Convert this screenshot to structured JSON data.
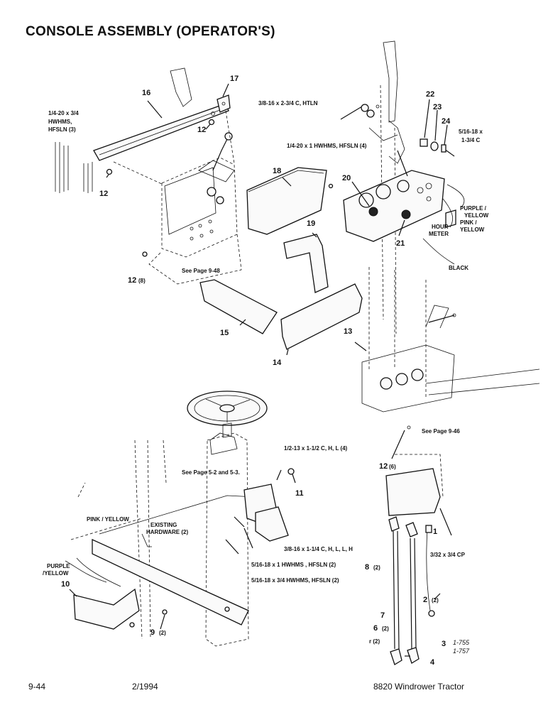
{
  "page": {
    "title": "CONSOLE ASSEMBLY (OPERATOR'S)",
    "footer_page": "9-44",
    "footer_date": "2/1994",
    "footer_model": "8820 Windrower Tractor"
  },
  "callouts": [
    {
      "id": "1",
      "text": "1"
    },
    {
      "id": "2",
      "text": "2"
    },
    {
      "id": "2q",
      "text": "(2)"
    },
    {
      "id": "3",
      "text": "3"
    },
    {
      "id": "4",
      "text": "4"
    },
    {
      "id": "6",
      "text": "6"
    },
    {
      "id": "6q",
      "text": "(2)"
    },
    {
      "id": "7",
      "text": "7"
    },
    {
      "id": "8",
      "text": "8"
    },
    {
      "id": "8q",
      "text": "(2)"
    },
    {
      "id": "9",
      "text": "9"
    },
    {
      "id": "9q",
      "text": "(2)"
    },
    {
      "id": "10",
      "text": "10"
    },
    {
      "id": "11",
      "text": "11"
    },
    {
      "id": "12a",
      "text": "12"
    },
    {
      "id": "12b",
      "text": "12"
    },
    {
      "id": "12c",
      "text": "12"
    },
    {
      "id": "12cq",
      "text": "(8)"
    },
    {
      "id": "12d",
      "text": "12"
    },
    {
      "id": "12dq",
      "text": "(6)"
    },
    {
      "id": "13",
      "text": "13"
    },
    {
      "id": "14",
      "text": "14"
    },
    {
      "id": "15",
      "text": "15"
    },
    {
      "id": "16",
      "text": "16"
    },
    {
      "id": "17",
      "text": "17"
    },
    {
      "id": "18",
      "text": "18"
    },
    {
      "id": "19",
      "text": "19"
    },
    {
      "id": "20",
      "text": "20"
    },
    {
      "id": "21",
      "text": "21"
    },
    {
      "id": "22",
      "text": "22"
    },
    {
      "id": "23",
      "text": "23"
    },
    {
      "id": "24",
      "text": "24"
    }
  ],
  "notes": [
    {
      "id": "hw_a",
      "text": "1/4-20 x 3/4"
    },
    {
      "id": "hw_b",
      "text": "HWHMS,"
    },
    {
      "id": "hw_c",
      "text": "HFSLN (3)"
    },
    {
      "id": "htln",
      "text": "3/8-16 x 2-3/4 C, HTLN"
    },
    {
      "id": "hw4",
      "text": "1/4-20 x 1 HWHMS, HFSLN (4)"
    },
    {
      "id": "c24a",
      "text": "5/16-18 x"
    },
    {
      "id": "c24b",
      "text": "1-3/4 C"
    },
    {
      "id": "py1",
      "text": "PURPLE /"
    },
    {
      "id": "py2",
      "text": "YELLOW"
    },
    {
      "id": "pk1",
      "text": "PINK /"
    },
    {
      "id": "pk2",
      "text": "YELLOW"
    },
    {
      "id": "hm1",
      "text": "HOUR"
    },
    {
      "id": "hm2",
      "text": "METER"
    },
    {
      "id": "blk",
      "text": "BLACK"
    },
    {
      "id": "sp948",
      "text": "See Page 9-48"
    },
    {
      "id": "sp946",
      "text": "See Page 9-46"
    },
    {
      "id": "sp52",
      "text": "See Page 5-2 and 5-3."
    },
    {
      "id": "hw12",
      "text": "1/2-13  x 1-1/2 C, H, L (4)"
    },
    {
      "id": "pkl",
      "text": "PINK / YELLOW"
    },
    {
      "id": "ex1",
      "text": "EXISTING"
    },
    {
      "id": "ex2",
      "text": "HARDWARE (2)"
    },
    {
      "id": "pl1",
      "text": "PURPLE"
    },
    {
      "id": "pl2",
      "text": "/YELLOW"
    },
    {
      "id": "hw38",
      "text": "3/8-16 x 1-1/4 C, H, L, L, H"
    },
    {
      "id": "cp",
      "text": "3/32 x 3/4 CP"
    },
    {
      "id": "hw516a",
      "text": "5/16-18 x 1 HWHMS , HFSLN (2)"
    },
    {
      "id": "hw516b",
      "text": "5/16-18 x 3/4  HWHMS, HFSLN (2)"
    },
    {
      "id": "rq",
      "text": "r (2)"
    },
    {
      "id": "ref1",
      "text": "1-755"
    },
    {
      "id": "ref2",
      "text": "1-757"
    }
  ]
}
